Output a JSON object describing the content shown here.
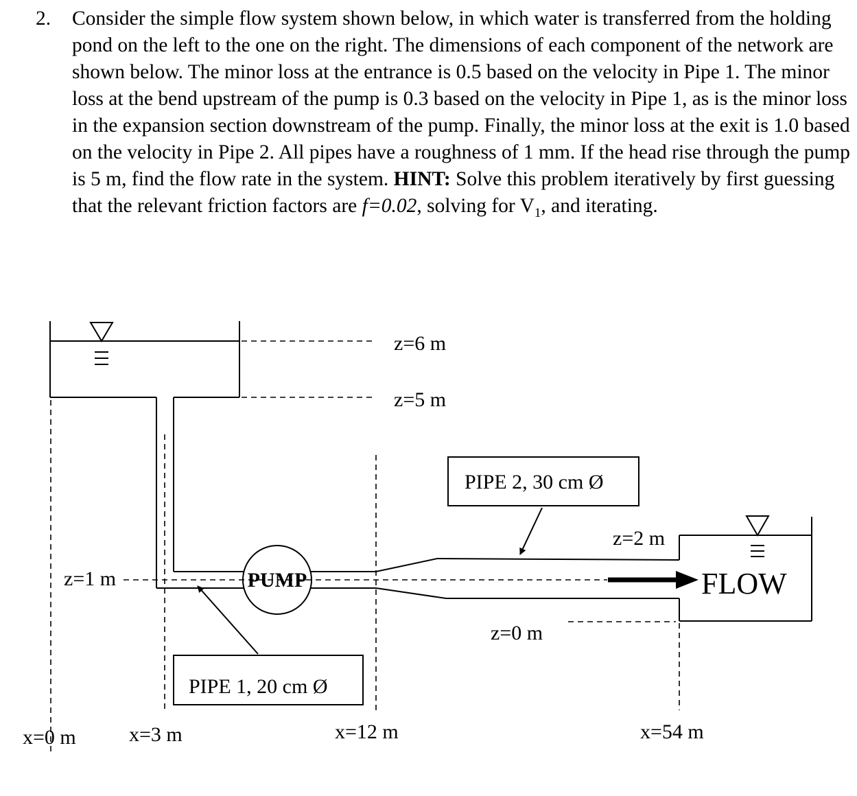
{
  "problem": {
    "number": "2.",
    "text_before_hint": "Consider the simple flow system shown below, in which water is transferred from the holding pond on the left to the one on the right. The dimensions of each component of the network are shown below. The minor loss at the entrance is 0.5 based on the velocity in Pipe 1. The minor loss at the bend upstream of the pump is 0.3 based on the velocity in Pipe 1, as is the minor loss in the expansion section downstream of the pump. Finally, the minor loss at the exit is 1.0 based on the velocity in Pipe 2. All pipes have a roughness of 1 mm. If the head rise through the pump is 5 m, find the flow rate in the system.",
    "hint_label": "HINT:",
    "hint_text_1": "Solve this problem iteratively by first guessing that the relevant friction factors are",
    "hint_friction": "f=0.02",
    "hint_text_2": ", solving for V",
    "hint_subscript": "1",
    "hint_text_3": ", and iterating."
  },
  "diagram": {
    "elevations": {
      "z6": "z=6 m",
      "z5": "z=5 m",
      "z2": "z=2 m",
      "z1": "z=1 m",
      "z0": "z=0 m"
    },
    "stations": {
      "x0": "x=0 m",
      "x3": "x=3 m",
      "x12": "x=12 m",
      "x54": "x=54 m"
    },
    "pump_label": "PUMP",
    "pipe1_label": "PIPE 1, 20 cm Ø",
    "pipe2_label": "PIPE 2, 30 cm Ø",
    "flow_label": "FLOW"
  }
}
